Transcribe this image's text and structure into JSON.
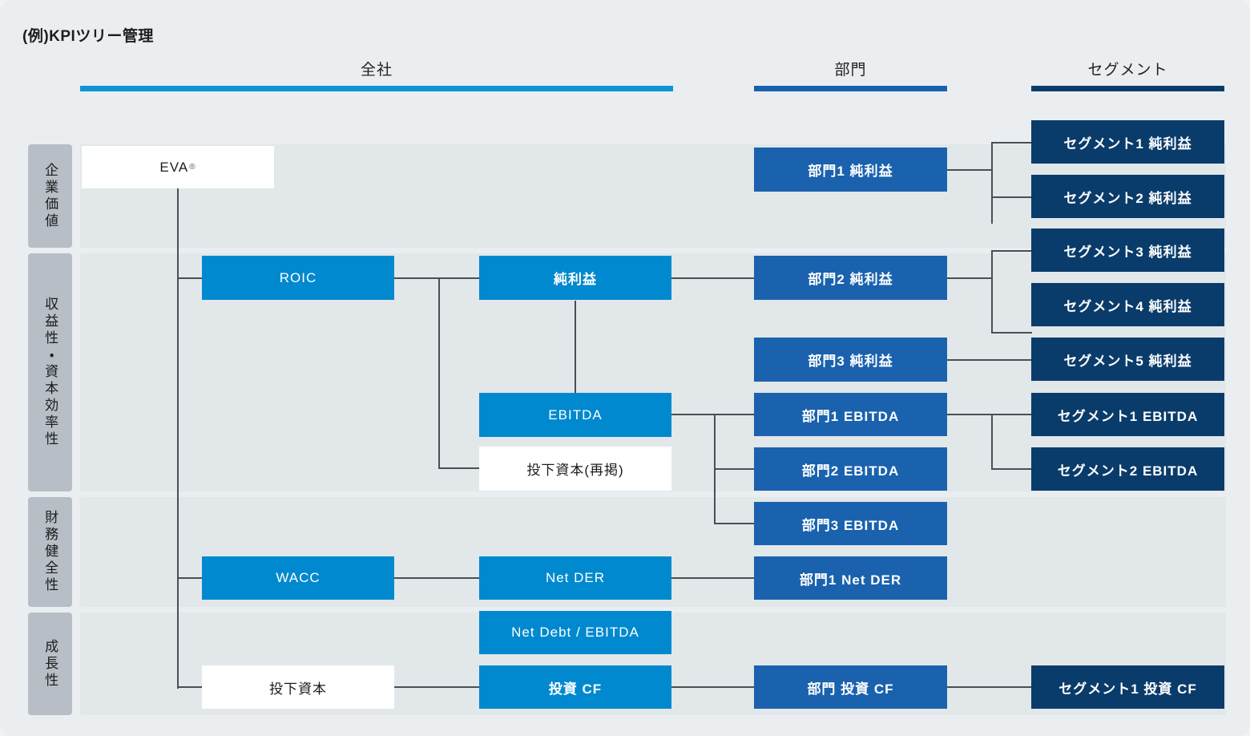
{
  "title": "(例)KPIツリー管理",
  "columns": [
    {
      "label": "全社",
      "color": "#0e94d4"
    },
    {
      "label": "部門",
      "color": "#1a62ae"
    },
    {
      "label": "セグメント",
      "color": "#0a3c6b"
    }
  ],
  "categories": [
    {
      "label": "企業価値"
    },
    {
      "label": "収益性・資本効率性"
    },
    {
      "label": "財務健全性"
    },
    {
      "label": "成長性"
    }
  ],
  "nodes": {
    "eva": "EVA",
    "eva_mark": "®",
    "roic": "ROIC",
    "wacc": "WACC",
    "invested": "投下資本",
    "net_income": "純利益",
    "ebitda": "EBITDA",
    "invested_re": "投下資本(再掲)",
    "net_der": "Net DER",
    "net_debt_ebitda": "Net Debt / EBITDA",
    "invest_cf": "投資 CF",
    "dept1_ni": "部門1 純利益",
    "dept2_ni": "部門2 純利益",
    "dept3_ni": "部門3 純利益",
    "dept1_ebitda": "部門1 EBITDA",
    "dept2_ebitda": "部門2 EBITDA",
    "dept3_ebitda": "部門3 EBITDA",
    "dept1_netder": "部門1 Net DER",
    "dept_invest_cf": "部門 投資 CF",
    "seg1_ni": "セグメント1 純利益",
    "seg2_ni": "セグメント2 純利益",
    "seg3_ni": "セグメント3 純利益",
    "seg4_ni": "セグメント4 純利益",
    "seg5_ni": "セグメント5 純利益",
    "seg1_ebitda": "セグメント1 EBITDA",
    "seg2_ebitda": "セグメント2 EBITDA",
    "seg1_invest_cf": "セグメント1 投資 CF"
  },
  "palette": {
    "page_bg": "#eaeef1",
    "band_bg": "#e2e7ea",
    "cat_bg": "#b7bec6",
    "company": "#0089cf",
    "division": "#1a62ae",
    "segment": "#0a3c6b",
    "white_box": "#ffffff",
    "line": "#4a4f54"
  }
}
